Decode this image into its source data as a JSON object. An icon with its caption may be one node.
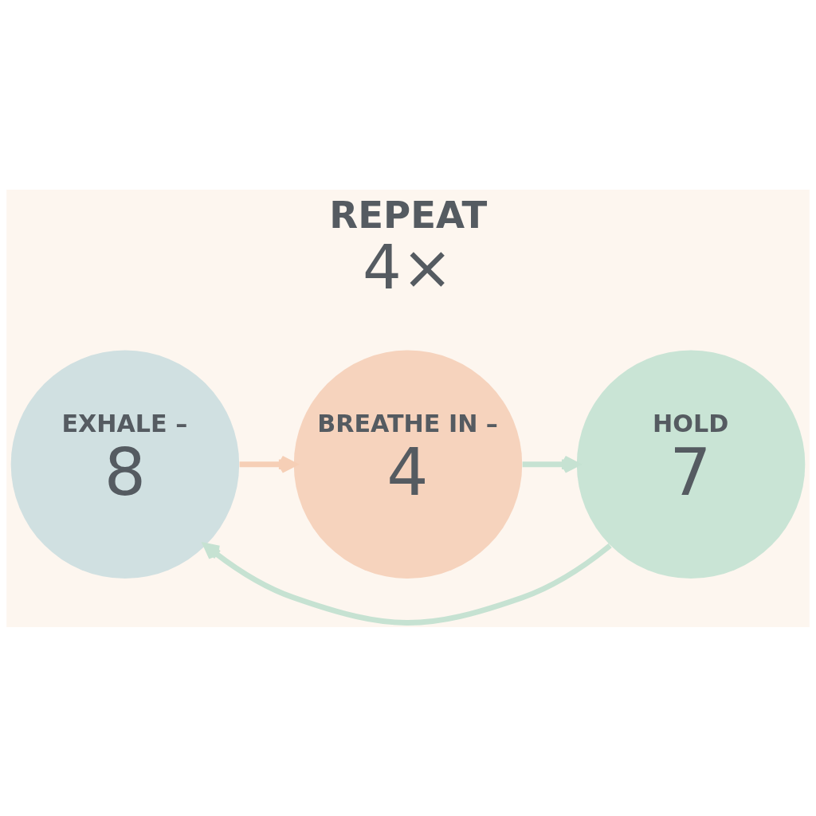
{
  "diagram": {
    "nodes": [
      {
        "text": [
          "BREATHE IN –",
          "4"
        ]
      },
      {
        "text": [
          "HOLD",
          "7"
        ]
      },
      {
        "text": [
          "EXHALE –",
          "8"
        ]
      }
    ],
    "edges": [
      {
        "from": 0,
        "to": 1,
        "arrow": "to"
      },
      {
        "from": 1,
        "to": 2,
        "arrow": "to"
      },
      {
        "from": 2,
        "to": 0,
        "arrow": "to",
        "color": "#f6cfb6"
      }
    ],
    "labels": [
      "REPEAT",
      "4×"
    ]
  }
}
